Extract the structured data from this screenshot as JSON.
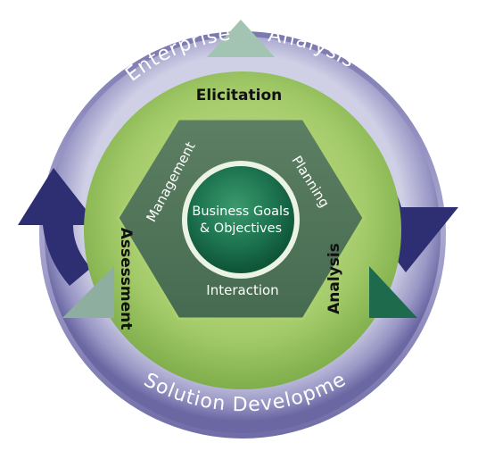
{
  "outer_ring": {
    "top_left": "Enterprise",
    "top_right": "Analysis",
    "bottom": "Solution Development"
  },
  "phases": {
    "top": "Elicitation",
    "left": "Assessment",
    "right": "Analysis"
  },
  "hexagon": {
    "left": "Management",
    "right": "Planning",
    "bottom": "Interaction"
  },
  "core": {
    "line1": "Business Goals",
    "line2": "& Objectives"
  },
  "colors": {
    "ring_light": "#c9c9e3",
    "ring_dark": "#6d6aa6",
    "arrow": "#2e2f72",
    "disc": "#a9cf6e",
    "hexagon": "#4f7558",
    "core": "#1c6e4a",
    "triangle_top": "#9fbfae",
    "triangle_left": "#86a89a",
    "triangle_right": "#1d6b4c"
  }
}
